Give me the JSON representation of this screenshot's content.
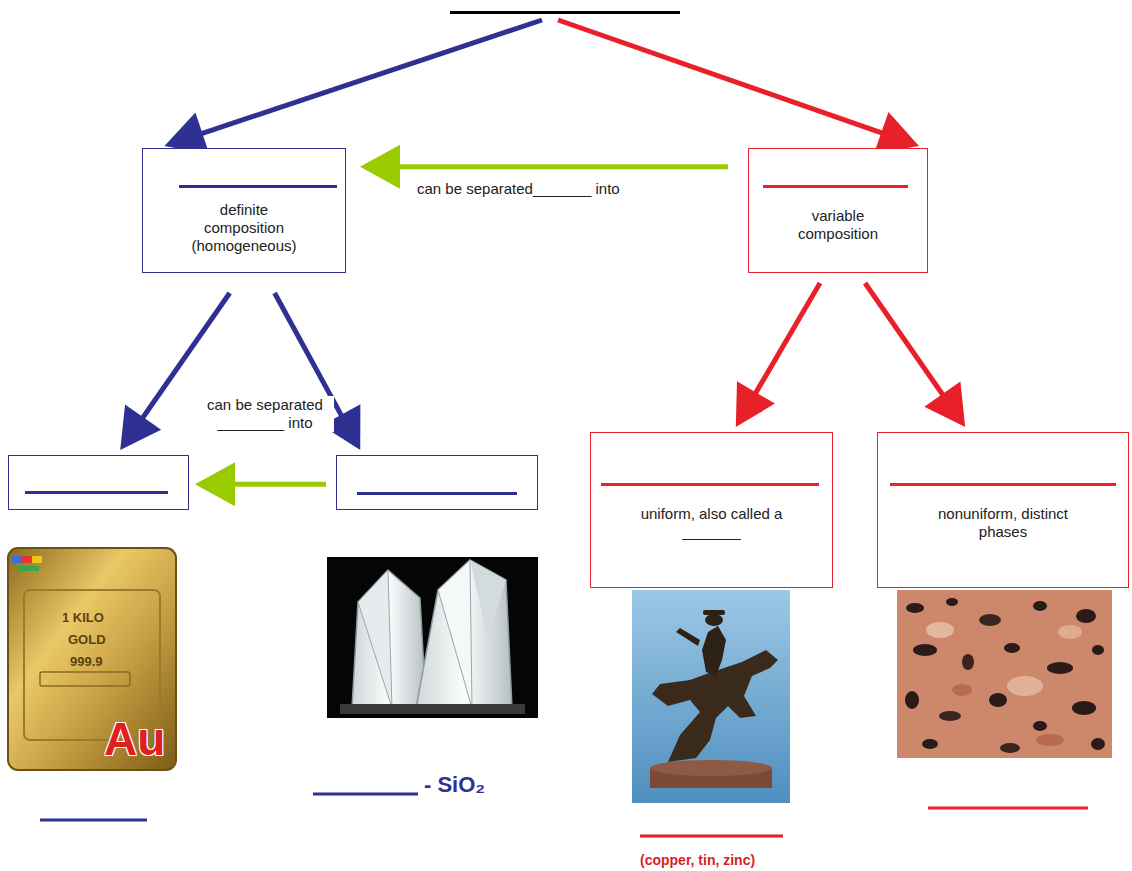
{
  "diagram": {
    "nodes": [
      {
        "text": []
      },
      {
        "text": [
          "definite composition (homogeneous)"
        ]
      },
      {
        "text": [
          "variable composition"
        ]
      },
      {
        "text": []
      },
      {
        "text": []
      },
      {
        "text": [
          "uniform, also called a _______"
        ]
      },
      {
        "text": [
          "nonuniform, distinct phases"
        ]
      }
    ],
    "edges": [
      {
        "from": 0,
        "to": 1,
        "arrow": "to"
      },
      {
        "from": 0,
        "to": 2,
        "arrow": "to"
      },
      {
        "from": 2,
        "to": 1,
        "label": "can be separated_______ into",
        "arrow": "to"
      },
      {
        "from": 1,
        "to": 3,
        "arrow": "to"
      },
      {
        "from": 1,
        "to": 4,
        "arrow": "to"
      },
      {
        "from": 4,
        "to": 3,
        "label": "can be separated ________ into",
        "arrow": "to"
      },
      {
        "from": 2,
        "to": 5,
        "arrow": "to"
      },
      {
        "from": 2,
        "to": 6,
        "arrow": "to"
      }
    ],
    "labels": [
      "- SiO₂",
      "(copper, tin, zinc)",
      "1 KILO",
      "GOLD",
      "999.9",
      "Au"
    ]
  }
}
